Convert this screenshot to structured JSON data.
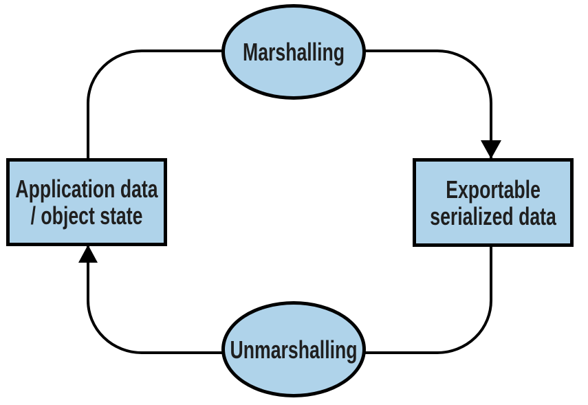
{
  "diagram": {
    "type": "cycle-flow-diagram",
    "nodes": {
      "marshalling": {
        "shape": "ellipse",
        "label": "Marshalling"
      },
      "exportable": {
        "shape": "rectangle",
        "line1": "Exportable",
        "line2": "serialized data"
      },
      "unmarshalling": {
        "shape": "ellipse",
        "label": "Unmarshalling"
      },
      "application": {
        "shape": "rectangle",
        "line1": "Application data",
        "line2": "/ object state"
      }
    },
    "edges": [
      {
        "from": "application",
        "to": "marshalling",
        "arrowhead": false
      },
      {
        "from": "marshalling",
        "to": "exportable",
        "arrowhead": true
      },
      {
        "from": "exportable",
        "to": "unmarshalling",
        "arrowhead": false
      },
      {
        "from": "unmarshalling",
        "to": "application",
        "arrowhead": true
      }
    ],
    "colors": {
      "node_fill": "#AFD3EA",
      "stroke": "#000000",
      "text": "#1F1F1F",
      "background": "#FFFFFF"
    }
  }
}
